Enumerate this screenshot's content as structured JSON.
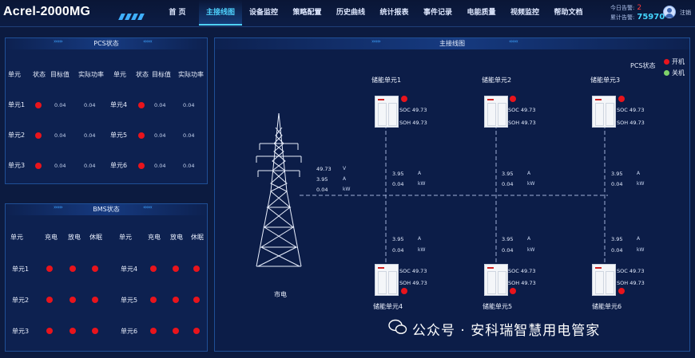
{
  "app": {
    "title": "Acrel-2000MG"
  },
  "nav": [
    {
      "label": "首 页",
      "active": false
    },
    {
      "label": "主接线图",
      "active": true
    },
    {
      "label": "设备监控",
      "active": false
    },
    {
      "label": "策略配置",
      "active": false
    },
    {
      "label": "历史曲线",
      "active": false
    },
    {
      "label": "统计报表",
      "active": false
    },
    {
      "label": "事件记录",
      "active": false
    },
    {
      "label": "电能质量",
      "active": false
    },
    {
      "label": "视频监控",
      "active": false
    },
    {
      "label": "帮助文档",
      "active": false
    }
  ],
  "alarms": {
    "today_label": "今日告警:",
    "today_value": "2",
    "total_label": "累计告警:",
    "total_value": "75970"
  },
  "user": {
    "logout": "注销"
  },
  "pcs": {
    "title": "PCS状态",
    "headers": [
      "单元",
      "状态",
      "目标值",
      "实际功率",
      "单元",
      "状态",
      "目标值",
      "实际功率"
    ],
    "rows": [
      [
        {
          "unit": "单元1",
          "target": "0.04",
          "actual": "0.04"
        },
        {
          "unit": "单元4",
          "target": "0.04",
          "actual": "0.04"
        }
      ],
      [
        {
          "unit": "单元2",
          "target": "0.04",
          "actual": "0.04"
        },
        {
          "unit": "单元5",
          "target": "0.04",
          "actual": "0.04"
        }
      ],
      [
        {
          "unit": "单元3",
          "target": "0.04",
          "actual": "0.04"
        },
        {
          "unit": "单元6",
          "target": "0.04",
          "actual": "0.04"
        }
      ]
    ]
  },
  "bms": {
    "title": "BMS状态",
    "headers": [
      "单元",
      "充电",
      "放电",
      "休眠",
      "单元",
      "充电",
      "放电",
      "休眠"
    ],
    "rows": [
      [
        "单元1",
        "单元4"
      ],
      [
        "单元2",
        "单元5"
      ],
      [
        "单元3",
        "单元6"
      ]
    ]
  },
  "main": {
    "title": "主接线图",
    "legend": {
      "title": "PCS状态",
      "on": "开机",
      "off": "关机",
      "on_color": "#e8141c",
      "off_color": "#7ed36a"
    },
    "grid": {
      "label": "市电",
      "v": "49.73",
      "a": "3.95",
      "kw": "0.04",
      "v_unit": "V",
      "a_unit": "A",
      "kw_unit": "kW"
    },
    "units_top": [
      {
        "name": "储能单元1",
        "soc": "SOC 49.73",
        "soh": "SOH 49.73",
        "a": "3.95",
        "kw": "0.04"
      },
      {
        "name": "储能单元2",
        "soc": "SOC 49.73",
        "soh": "SOH 49.73",
        "a": "3.95",
        "kw": "0.04"
      },
      {
        "name": "储能单元3",
        "soc": "SOC 49.73",
        "soh": "SOH 49.73",
        "a": "3.95",
        "kw": "0.04"
      }
    ],
    "units_bottom": [
      {
        "name": "储能单元4",
        "soc": "SOC 49.73",
        "soh": "SOH 49.73",
        "a": "3.95",
        "kw": "0.04"
      },
      {
        "name": "储能单元5",
        "soc": "SOC 49.73",
        "soh": "SOH 49.73",
        "a": "3.95",
        "kw": "0.04"
      },
      {
        "name": "储能单元6",
        "soc": "SOC 49.73",
        "soh": "SOH 49.73",
        "a": "3.95",
        "kw": "0.04"
      }
    ],
    "a_unit": "A",
    "kw_unit": "kW"
  },
  "watermark": "公众号 · 安科瑞智慧用电管家"
}
